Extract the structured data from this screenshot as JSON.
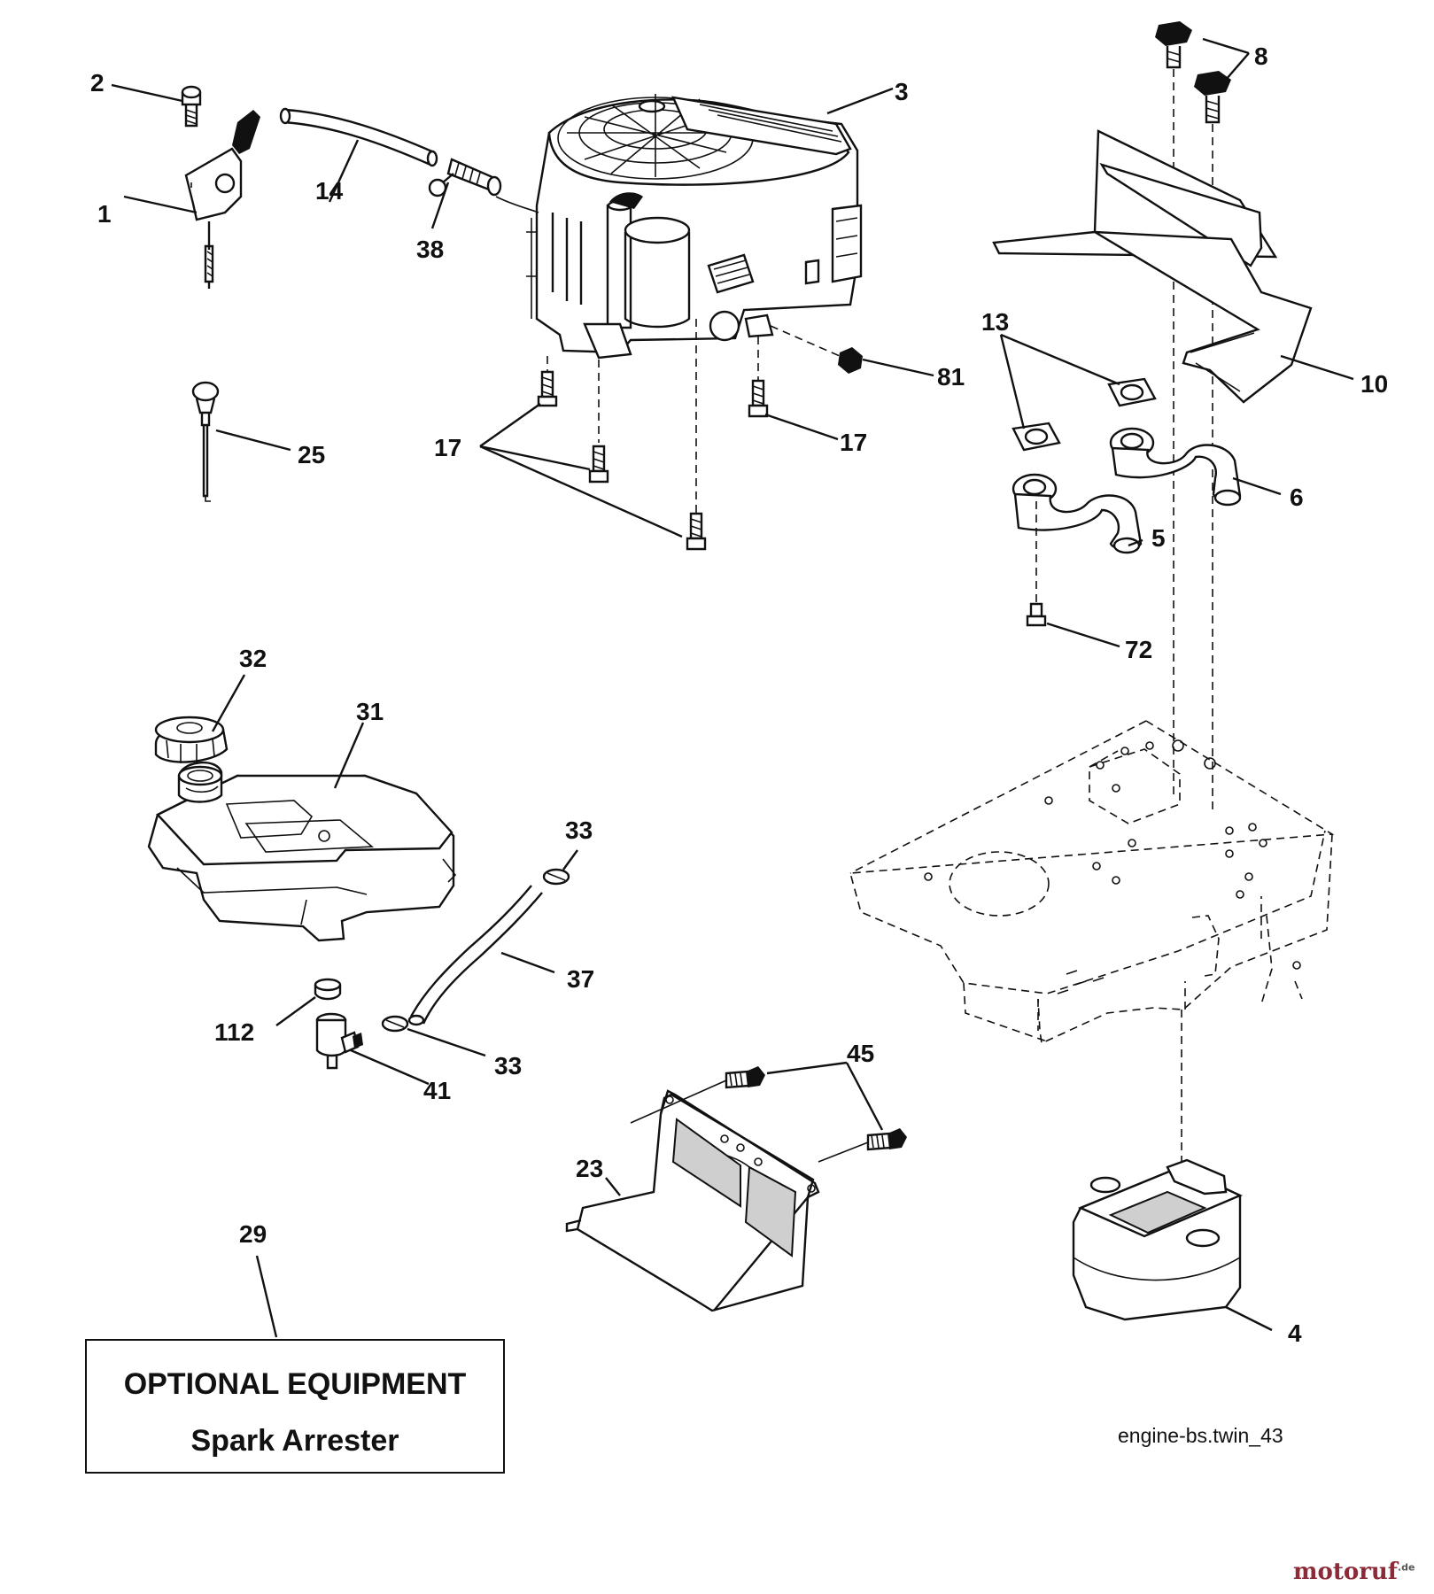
{
  "diagram": {
    "callouts": [
      {
        "id": "c1",
        "text": "1"
      },
      {
        "id": "c2",
        "text": "2"
      },
      {
        "id": "c3",
        "text": "3"
      },
      {
        "id": "c4",
        "text": "4"
      },
      {
        "id": "c5",
        "text": "5"
      },
      {
        "id": "c6",
        "text": "6"
      },
      {
        "id": "c8",
        "text": "8"
      },
      {
        "id": "c10",
        "text": "10"
      },
      {
        "id": "c13",
        "text": "13"
      },
      {
        "id": "c14",
        "text": "14"
      },
      {
        "id": "c17a",
        "text": "17"
      },
      {
        "id": "c17b",
        "text": "17"
      },
      {
        "id": "c23",
        "text": "23"
      },
      {
        "id": "c25",
        "text": "25"
      },
      {
        "id": "c29",
        "text": "29"
      },
      {
        "id": "c31",
        "text": "31"
      },
      {
        "id": "c32",
        "text": "32"
      },
      {
        "id": "c33a",
        "text": "33"
      },
      {
        "id": "c33b",
        "text": "33"
      },
      {
        "id": "c37",
        "text": "37"
      },
      {
        "id": "c38",
        "text": "38"
      },
      {
        "id": "c41",
        "text": "41"
      },
      {
        "id": "c45",
        "text": "45"
      },
      {
        "id": "c72",
        "text": "72"
      },
      {
        "id": "c81",
        "text": "81"
      },
      {
        "id": "c112",
        "text": "112"
      }
    ],
    "optional_box": {
      "line1": "OPTIONAL EQUIPMENT",
      "line2": "Spark Arrester"
    },
    "file_label": "engine-bs.twin_43",
    "watermark": {
      "name": "motoruf",
      "suffix": ".de"
    }
  }
}
